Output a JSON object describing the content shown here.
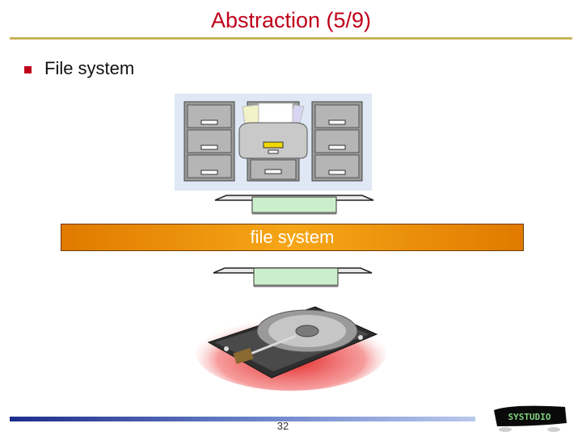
{
  "slide": {
    "title": "Abstraction (5/9)",
    "bullet": "File system",
    "layer_label": "file system",
    "page_number": "32"
  },
  "logo": {
    "text": "SYSTUDIO"
  },
  "colors": {
    "title": "#c0001a",
    "title_rule": "#c9b35a",
    "bullet": "#c0001a",
    "bar_gradient": [
      "#e07a00",
      "#f6a617"
    ],
    "footer_gradient": [
      "#1b2d8a",
      "#b9c8ec"
    ]
  },
  "icons": [
    "bullet-square-icon",
    "file-cabinet-icon",
    "hard-disk-icon",
    "logo-icon"
  ]
}
